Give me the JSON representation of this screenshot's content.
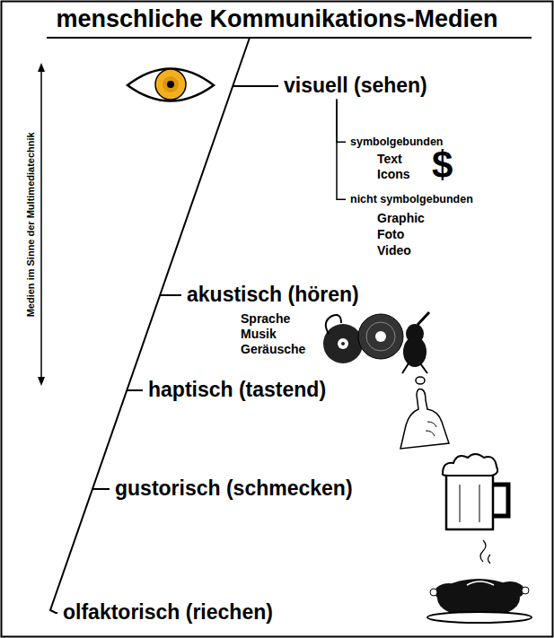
{
  "diagram": {
    "title": "menschliche Kommunikations-Medien",
    "nodes": [
      {
        "text": [
          "visuell (sehen)"
        ]
      },
      {
        "text": [
          "symbolgebunden"
        ]
      },
      {
        "text": [
          "nicht symbolgebunden"
        ]
      },
      {
        "text": [
          "akustisch (hören)"
        ]
      },
      {
        "text": [
          "haptisch (tastend)"
        ]
      },
      {
        "text": [
          "gustorisch (schmecken)"
        ]
      },
      {
        "text": [
          "olfaktorisch (riechen)"
        ]
      }
    ],
    "edges": [
      {
        "from": 0,
        "to": 1,
        "arrow": "none"
      },
      {
        "from": 0,
        "to": 2,
        "arrow": "none"
      }
    ],
    "labels": [
      "Medien im Sinne der Multimediatechnik",
      "Text",
      "Icons",
      "$",
      "Graphic",
      "Foto",
      "Video",
      "Sprache",
      "Musik",
      "Geräusche"
    ]
  }
}
